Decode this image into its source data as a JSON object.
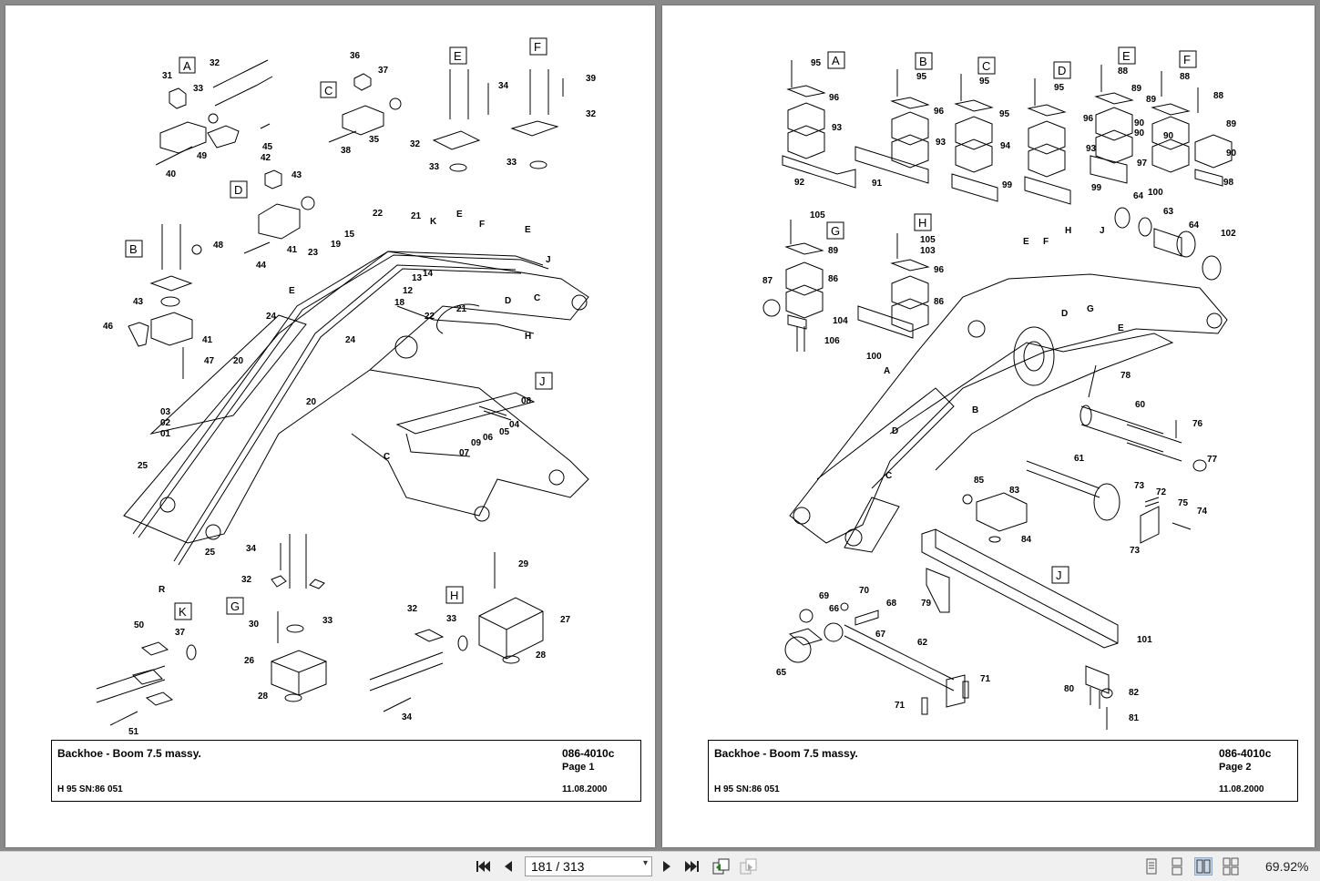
{
  "document": {
    "page1": {
      "title": "Backhoe - Boom 7.5 massy.",
      "code": "086-4010c",
      "page_label": "Page 1",
      "model": "H 95 SN:86 051",
      "date": "11.08.2000"
    },
    "page2": {
      "title": "Backhoe - Boom 7.5 massy.",
      "code": "086-4010c",
      "page_label": "Page 2",
      "model": "H 95 SN:86 051",
      "date": "11.08.2000"
    },
    "page1_callouts": [
      "31",
      "32",
      "33",
      "A",
      "36",
      "37",
      "C",
      "35",
      "38",
      "49",
      "40",
      "45",
      "E",
      "34",
      "32",
      "33",
      "F",
      "39",
      "32",
      "33",
      "42",
      "43",
      "D",
      "41",
      "44",
      "B",
      "48",
      "43",
      "46",
      "41",
      "47",
      "22",
      "21",
      "K",
      "E",
      "F",
      "E",
      "15",
      "19",
      "23",
      "J",
      "E",
      "13",
      "14",
      "18",
      "12",
      "D",
      "C",
      "24",
      "21",
      "22",
      "H",
      "24",
      "20",
      "20",
      "03",
      "02",
      "01",
      "25",
      "25",
      "R",
      "J",
      "08",
      "04",
      "05",
      "06",
      "09",
      "07",
      "C",
      "34",
      "32",
      "G",
      "30",
      "33",
      "26",
      "28",
      "29",
      "27",
      "H",
      "32",
      "33",
      "28",
      "34",
      "K",
      "50",
      "37",
      "51"
    ],
    "page2_callouts": [
      "95",
      "A",
      "96",
      "93",
      "92",
      "B",
      "95",
      "96",
      "93",
      "91",
      "C",
      "95",
      "95",
      "94",
      "99",
      "D",
      "95",
      "96",
      "93",
      "99",
      "E",
      "88",
      "89",
      "90",
      "90",
      "97",
      "F",
      "88",
      "89",
      "88",
      "90",
      "89",
      "100",
      "90",
      "98",
      "105",
      "G",
      "89",
      "86",
      "87",
      "104",
      "106",
      "H",
      "105",
      "103",
      "96",
      "86",
      "100",
      "64",
      "63",
      "64",
      "102",
      "E",
      "F",
      "H",
      "J",
      "D",
      "G",
      "E",
      "A",
      "B",
      "78",
      "60",
      "76",
      "77",
      "61",
      "D",
      "C",
      "85",
      "83",
      "84",
      "73",
      "72",
      "75",
      "74",
      "73",
      "J",
      "69",
      "70",
      "68",
      "66",
      "67",
      "79",
      "101",
      "65",
      "62",
      "71",
      "71",
      "80",
      "82",
      "81"
    ]
  },
  "toolbar": {
    "first_label": "⏮",
    "prev_label": "◀",
    "page_value": "181 / 313",
    "next_label": "▶",
    "last_label": "⏭",
    "zoom": "69.92%"
  }
}
